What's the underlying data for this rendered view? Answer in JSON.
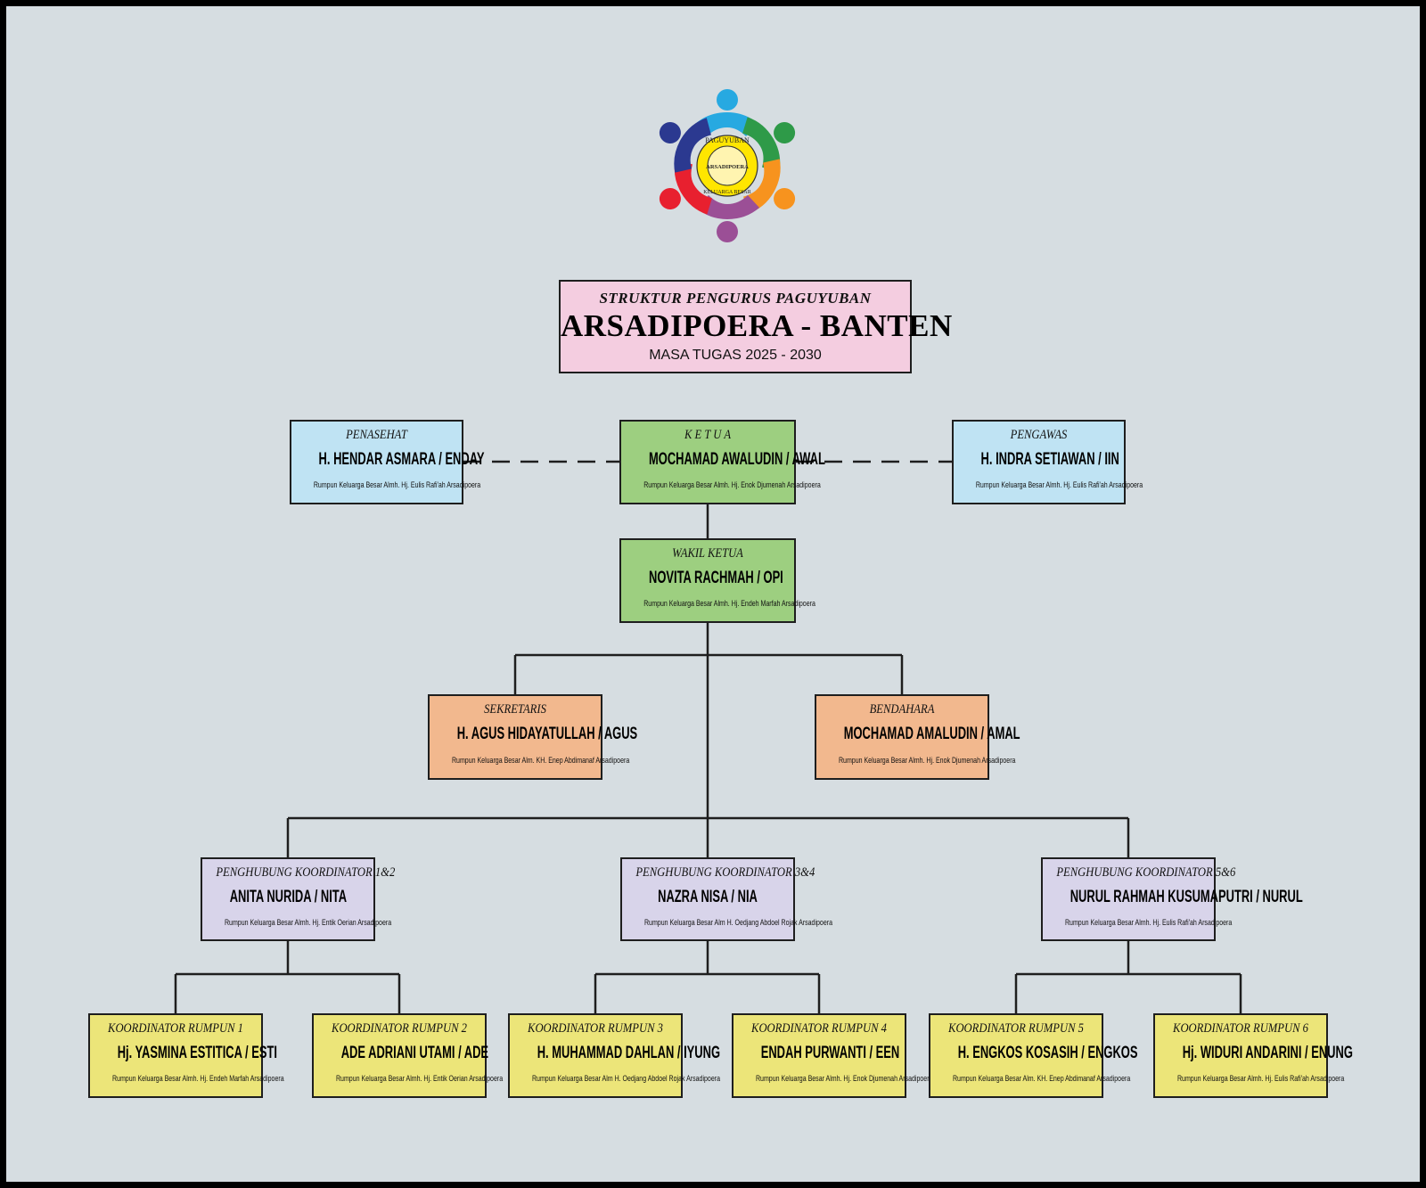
{
  "header": {
    "title_line1": "STRUKTUR PENGURUS PAGUYUBAN",
    "title_line2": "ARSADIPOERA - BANTEN",
    "title_line3": "MASA TUGAS 2025 - 2030"
  },
  "logo": {
    "top_text": "PAGUYUBAN",
    "center_text": "ARSADIPOERA",
    "bottom_text": "KELUARGA BESAR"
  },
  "colors": {
    "background": "#d6dde1",
    "title_box": "#f4cde0",
    "advisor_box": "#bfe3f3",
    "leader_box": "#9dcf80",
    "staff_box": "#f2b88e",
    "liaison_box": "#d8d4ea",
    "coordinator_box": "#ece579",
    "line": "#1e1e1e"
  },
  "nodes": {
    "penasehat": {
      "role": "PENASEHAT",
      "name": "H. HENDAR ASMARA / ENDAY",
      "family": "Rumpun Keluarga Besar Almh. Hj. Eulis Rafi'ah Arsadipoera"
    },
    "ketua": {
      "role": "K E T U A",
      "name": "MOCHAMAD AWALUDIN / AWAL",
      "family": "Rumpun Keluarga Besar Almh. Hj. Enok Djumenah Arsadipoera"
    },
    "pengawas": {
      "role": "PENGAWAS",
      "name": "H. INDRA SETIAWAN / IIN",
      "family": "Rumpun Keluarga Besar Almh. Hj. Eulis Rafi'ah Arsadipoera"
    },
    "wakil_ketua": {
      "role": "WAKIL KETUA",
      "name": "NOVITA RACHMAH / OPI",
      "family": "Rumpun Keluarga Besar Almh. Hj. Endeh Marfah Arsadipoera"
    },
    "sekretaris": {
      "role": "SEKRETARIS",
      "name": "H. AGUS HIDAYATULLAH / AGUS",
      "family": "Rumpun Keluarga Besar Alm. KH. Enep Abdimanaf Arsadipoera"
    },
    "bendahara": {
      "role": "BENDAHARA",
      "name": "MOCHAMAD AMALUDIN / AMAL",
      "family": "Rumpun Keluarga Besar Almh. Hj. Enok Djumenah Arsadipoera"
    },
    "penghubung_12": {
      "role": "PENGHUBUNG KOORDINATOR 1&2",
      "name": "ANITA NURIDA / NITA",
      "family": "Rumpun Keluarga Besar Almh. Hj. Entik Oerian Arsadipoera"
    },
    "penghubung_34": {
      "role": "PENGHUBUNG KOORDINATOR 3&4",
      "name": "NAZRA NISA / NIA",
      "family": "Rumpun Keluarga Besar Alm H. Oedjang Abdoel Rojak Arsadipoera"
    },
    "penghubung_56": {
      "role": "PENGHUBUNG KOORDINATOR 5&6",
      "name": "NURUL RAHMAH KUSUMAPUTRI / NURUL",
      "family": "Rumpun Keluarga Besar Almh. Hj. Eulis Rafi'ah Arsadipoera"
    },
    "koordinator_1": {
      "role": "KOORDINATOR RUMPUN 1",
      "name": "Hj. YASMINA ESTITICA / ESTI",
      "family": "Rumpun Keluarga Besar Almh. Hj. Endeh Marfah Arsadipoera"
    },
    "koordinator_2": {
      "role": "KOORDINATOR RUMPUN 2",
      "name": "ADE ADRIANI UTAMI / ADE",
      "family": "Rumpun Keluarga Besar Almh. Hj. Entik Oerian Arsadipoera"
    },
    "koordinator_3": {
      "role": "KOORDINATOR RUMPUN 3",
      "name": "H. MUHAMMAD DAHLAN / IYUNG",
      "family": "Rumpun Keluarga Besar Alm H. Oedjang Abdoel Rojak Arsadipoera"
    },
    "koordinator_4": {
      "role": "KOORDINATOR RUMPUN 4",
      "name": "ENDAH PURWANTI / EEN",
      "family": "Rumpun Keluarga Besar Almh. Hj. Enok Djumenah Arsadipoera"
    },
    "koordinator_5": {
      "role": "KOORDINATOR RUMPUN 5",
      "name": "H. ENGKOS KOSASIH / ENGKOS",
      "family": "Rumpun Keluarga Besar Alm. KH. Enep Abdimanaf Arsadipoera"
    },
    "koordinator_6": {
      "role": "KOORDINATOR RUMPUN 6",
      "name": "Hj. WIDURI ANDARINI / ENUNG",
      "family": "Rumpun Keluarga Besar Almh. Hj. Eulis Rafi'ah Arsadipoera"
    }
  }
}
